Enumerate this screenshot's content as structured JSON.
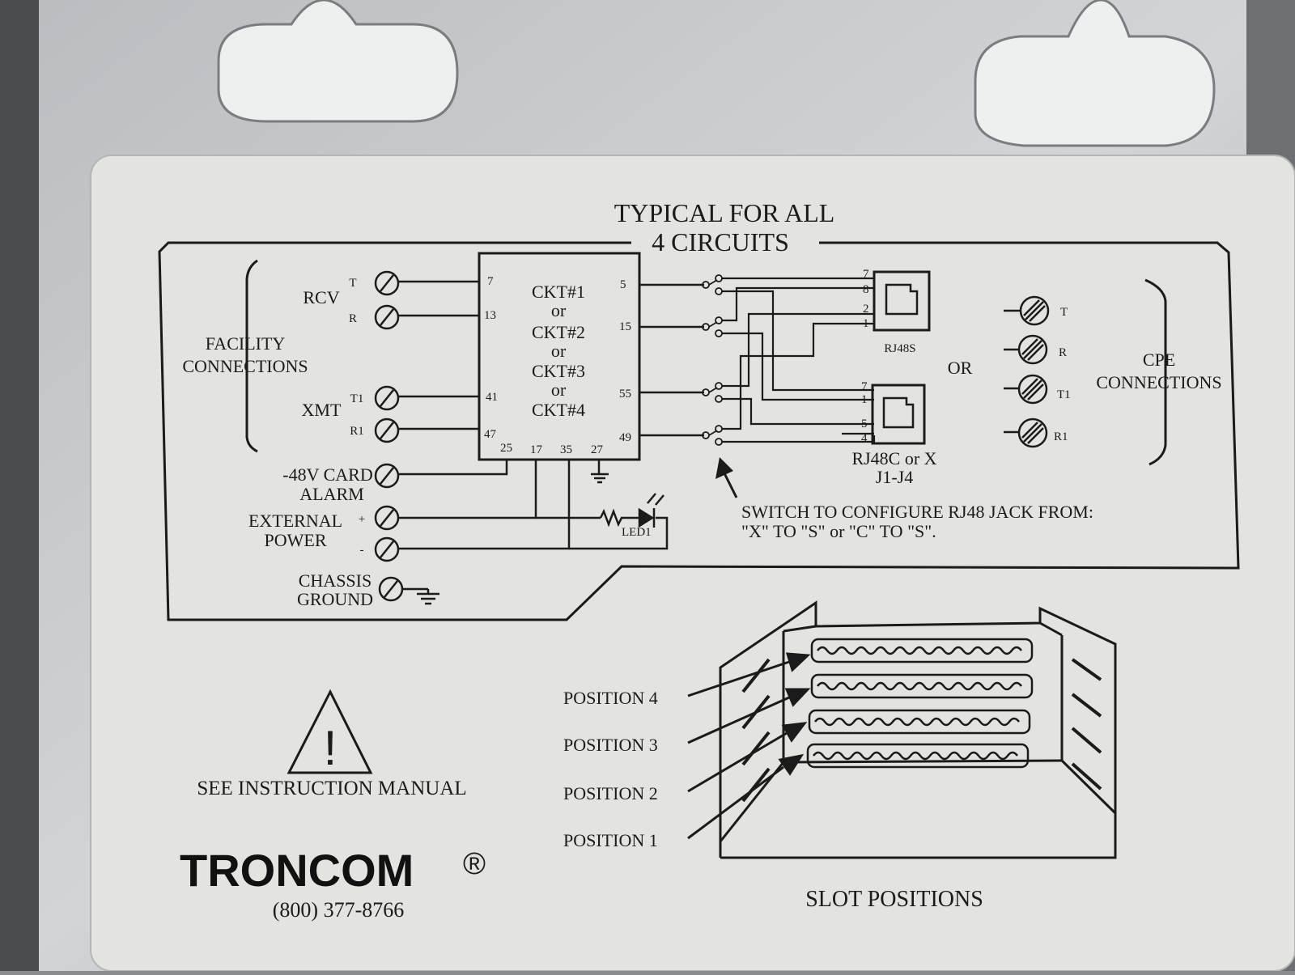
{
  "title": {
    "line1": "TYPICAL FOR ALL",
    "line2": "4 CIRCUITS"
  },
  "facility": {
    "line1": "FACILITY",
    "line2": "CONNECTIONS"
  },
  "rcv": {
    "label": "RCV",
    "t": "T",
    "r": "R"
  },
  "xmt": {
    "label": "XMT",
    "t1": "T1",
    "r1": "R1"
  },
  "card": {
    "lines": [
      "CKT#1",
      "or",
      "CKT#2",
      "or",
      "CKT#3",
      "or",
      "CKT#4"
    ],
    "pins": {
      "p7": "7",
      "p13": "13",
      "p41": "41",
      "p47": "47",
      "p5": "5",
      "p15": "15",
      "p55": "55",
      "p49": "49",
      "p25": "25",
      "p17": "17",
      "p35": "35",
      "p27": "27"
    }
  },
  "alarm": {
    "line1": "-48V CARD",
    "line2": "ALARM"
  },
  "power": {
    "line1": "EXTERNAL",
    "line2": "POWER",
    "plus": "+",
    "minus": "-"
  },
  "chassis": {
    "line1": "CHASSIS",
    "line2": "GROUND"
  },
  "led": "LED1",
  "rj48s": {
    "label": "RJ48S",
    "pins": [
      "7",
      "8",
      "2",
      "1"
    ]
  },
  "rj48c": {
    "line1": "RJ48C or X",
    "line2": "J1-J4",
    "pins": [
      "7",
      "1",
      "5",
      "4"
    ]
  },
  "or_label": "OR",
  "cpe": {
    "line1": "CPE",
    "line2": "CONNECTIONS",
    "t": "T",
    "r": "R",
    "t1": "T1",
    "r1": "R1"
  },
  "switch_note": {
    "line1": "SWITCH TO CONFIGURE RJ48 JACK FROM:",
    "line2": "\"X\" TO \"S\" or \"C\" TO \"S\"."
  },
  "positions": [
    "POSITION 4",
    "POSITION 3",
    "POSITION 2",
    "POSITION 1"
  ],
  "slot_title": "SLOT POSITIONS",
  "warning": {
    "symbol": "!",
    "text": "SEE INSTRUCTION MANUAL"
  },
  "brand": {
    "name": "TRONCOM",
    "reg": "®",
    "phone": "(800) 377-8766"
  }
}
